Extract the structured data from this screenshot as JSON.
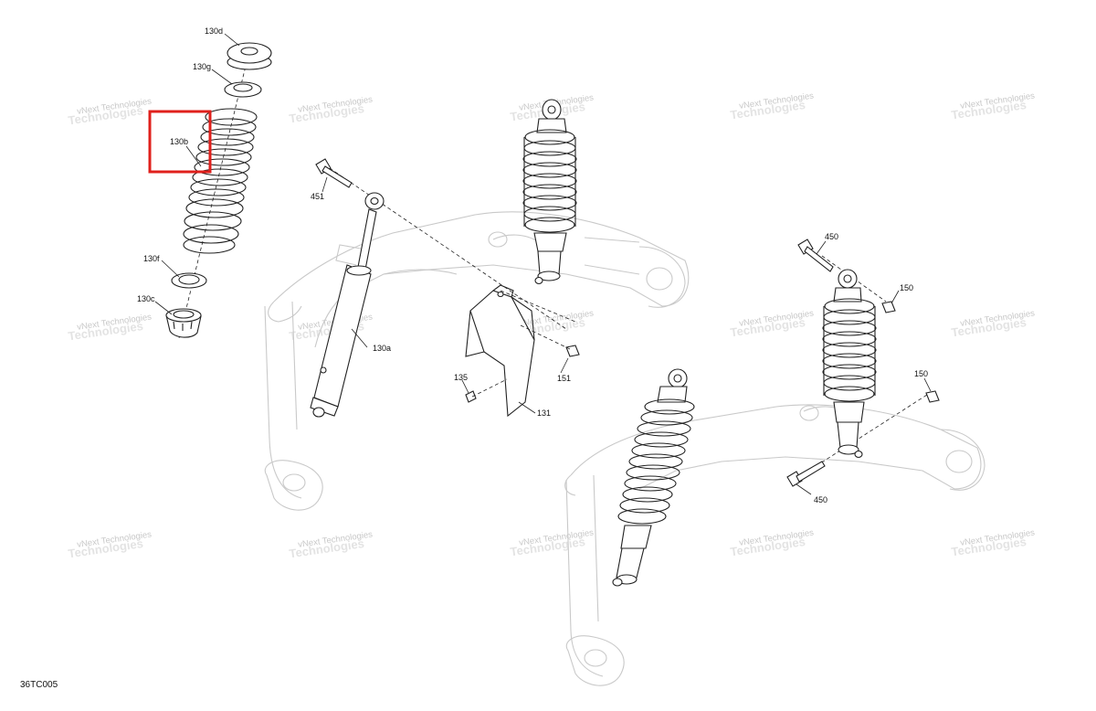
{
  "callouts": {
    "c130d": "130d",
    "c130g": "130g",
    "c130b": "130b",
    "c130f": "130f",
    "c130c": "130c",
    "c451": "451",
    "c130a": "130a",
    "c135": "135",
    "c151": "151",
    "c131": "131",
    "c450_top": "450",
    "c150_top": "150",
    "c150_right": "150",
    "c450_bottom": "450"
  },
  "watermark": {
    "line1": "vNext Technologies",
    "line2": "Technologies"
  },
  "figure_code": "36TC005",
  "colors": {
    "highlight": "#e0201c",
    "ghost_outline": "#c9c9c9",
    "ink": "#222222"
  }
}
